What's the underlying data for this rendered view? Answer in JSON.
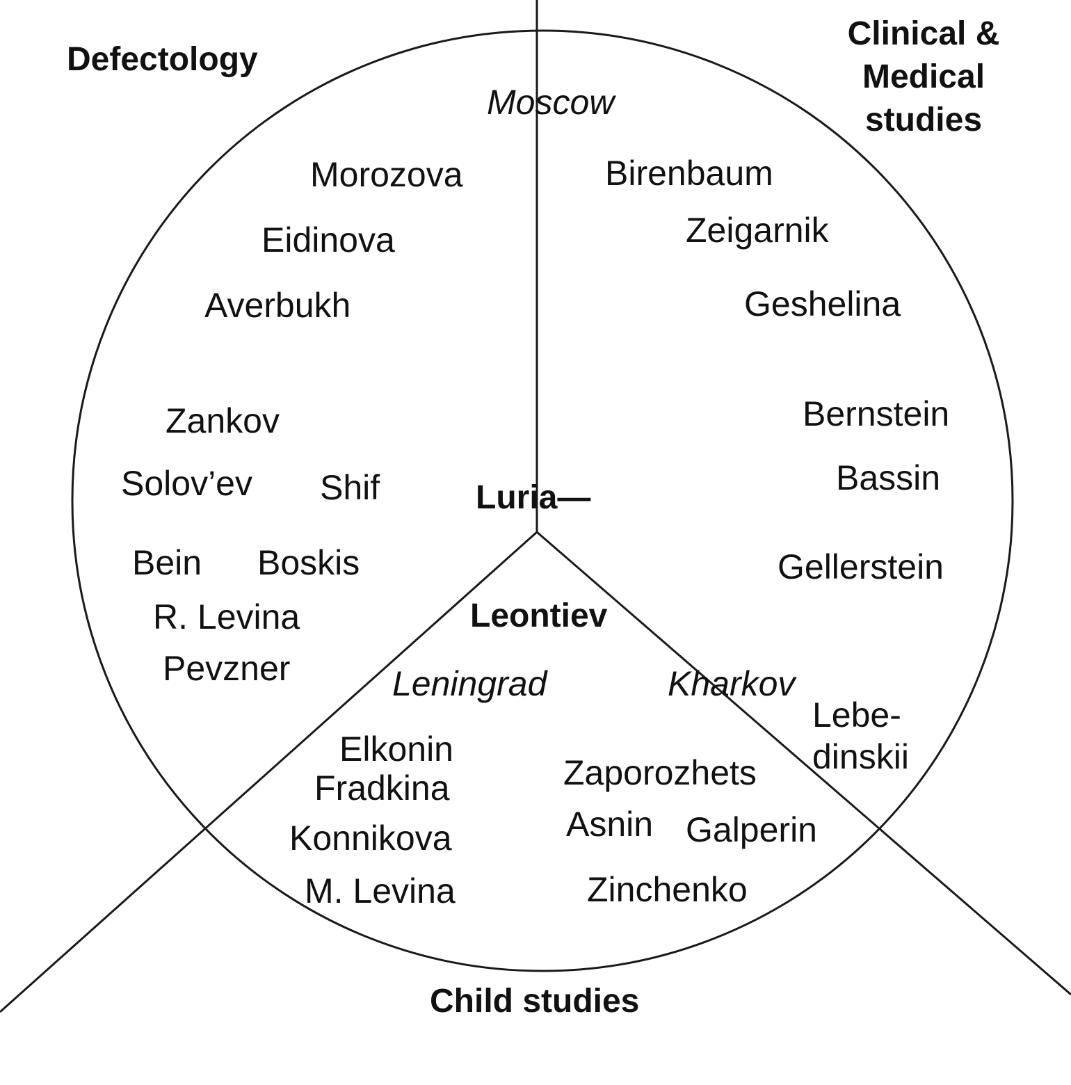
{
  "headings": {
    "defectology": "Defectology",
    "clinical": "Clinical & Medical studies",
    "child": "Child studies"
  },
  "cities": {
    "moscow": "Moscow",
    "leningrad": "Leningrad",
    "kharkov": "Kharkov"
  },
  "center": {
    "luria": "Luria—",
    "leontiev": "Leontiev"
  },
  "defectology_names": [
    "Morozova",
    "Eidinova",
    "Averbukh",
    "Zankov",
    "Solov’ev",
    "Shif",
    "Bein",
    "Boskis",
    "R. Levina",
    "Pevzner"
  ],
  "clinical_names": [
    "Birenbaum",
    "Zeigarnik",
    "Geshelina",
    "Bernstein",
    "Bassin",
    "Gellerstein",
    "Lebe-dinskii"
  ],
  "child_names": [
    "Elkonin",
    "Fradkina",
    "Konnikova",
    "M. Levina",
    "Zaporozhets",
    "Asnin",
    "Galperin",
    "Zinchenko"
  ]
}
